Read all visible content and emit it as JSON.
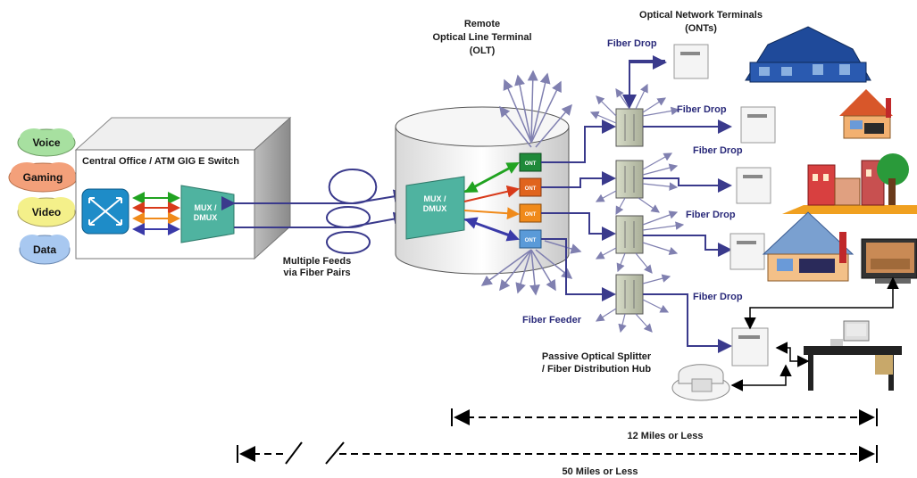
{
  "clouds": {
    "voice": "Voice",
    "gaming": "Gaming",
    "video": "Video",
    "data": "Data"
  },
  "central_office": {
    "title": "Central Office / ATM GIG E Switch",
    "mux_line1": "MUX /",
    "mux_line2": "DMUX"
  },
  "feeds": {
    "line1": "Multiple Feeds",
    "line2": "via Fiber Pairs"
  },
  "olt": {
    "title_line1": "Remote",
    "title_line2": "Optical Line Terminal",
    "title_line3": "(OLT)",
    "mux_line1": "MUX /",
    "mux_line2": "DMUX",
    "ont_label": "ONT"
  },
  "onts_title": {
    "line1": "Optical Network Terminals",
    "line2": "(ONTs)"
  },
  "labels": {
    "fiber_drop": "Fiber Drop",
    "fiber_feeder": "Fiber Feeder",
    "splitter_line1": "Passive Optical Splitter",
    "splitter_line2": "/ Fiber Distribution Hub"
  },
  "distances": {
    "short": "12 Miles or Less",
    "long": "50 Miles or Less"
  },
  "colors": {
    "fiber": "#3a3a8c",
    "mux": "#4fb3a0",
    "ont_green": "#1f8a3a",
    "ont_orange": "#e0641e",
    "ont_amber": "#f08a1a",
    "ont_blue": "#5a9ad8",
    "cloud_voice": "#a7e0a0",
    "cloud_gaming": "#f3a07a",
    "cloud_video": "#f4f08a",
    "cloud_data": "#a8c8f0"
  }
}
